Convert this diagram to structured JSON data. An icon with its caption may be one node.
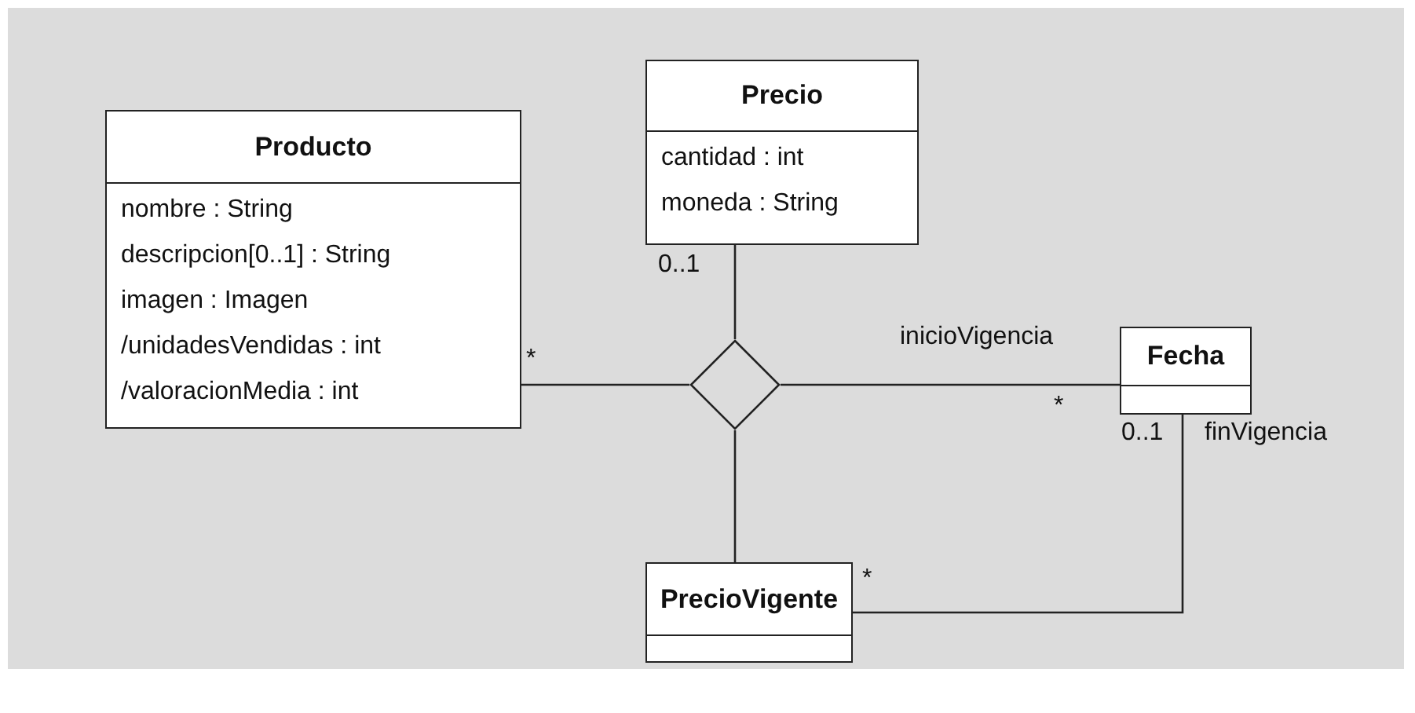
{
  "diagram": {
    "nodes": [
      {
        "text": [
          "Producto",
          "nombre : String",
          "descripcion[0..1] : String",
          "imagen : Imagen",
          "/unidadesVendidas : int",
          "/valoracionMedia : int"
        ]
      },
      {
        "text": [
          "Precio",
          "cantidad : int",
          "moneda : String"
        ]
      },
      {
        "text": [],
        "shape": "diamond"
      },
      {
        "text": [
          "Fecha"
        ]
      },
      {
        "text": [
          "PrecioVigente"
        ]
      }
    ],
    "edges": [
      {
        "from": 0,
        "to": 2,
        "arrow": "none"
      },
      {
        "from": 1,
        "to": 2,
        "arrow": "none"
      },
      {
        "from": 2,
        "to": 3,
        "arrow": "none"
      },
      {
        "from": 2,
        "to": 4,
        "arrow": "none"
      },
      {
        "from": 4,
        "to": 3,
        "arrow": "none"
      }
    ],
    "labels": [
      "0..1",
      "inicioVigencia",
      "*",
      "*",
      "0..1",
      "finVigencia",
      "*"
    ]
  }
}
